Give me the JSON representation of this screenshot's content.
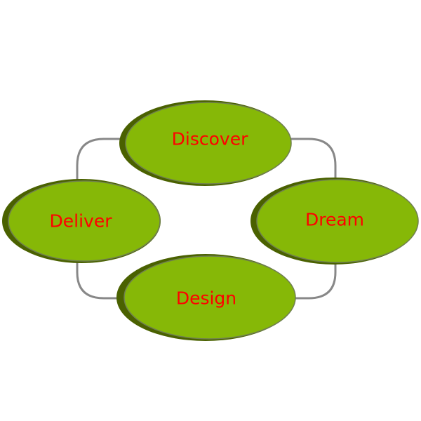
{
  "diagram": {
    "type": "cycle",
    "colors": {
      "node_fill": "#86b807",
      "node_shadow": "#4a6100",
      "node_border": "#6f7f50",
      "label": "#ff0000",
      "connector": "#888888"
    },
    "nodes": [
      {
        "id": "discover",
        "label": "Discover"
      },
      {
        "id": "dream",
        "label": "Dream"
      },
      {
        "id": "design",
        "label": "Design"
      },
      {
        "id": "deliver",
        "label": "Deliver"
      }
    ],
    "edges": [
      {
        "from": "discover",
        "to": "dream"
      },
      {
        "from": "dream",
        "to": "design"
      },
      {
        "from": "design",
        "to": "deliver"
      },
      {
        "from": "deliver",
        "to": "discover"
      }
    ]
  }
}
